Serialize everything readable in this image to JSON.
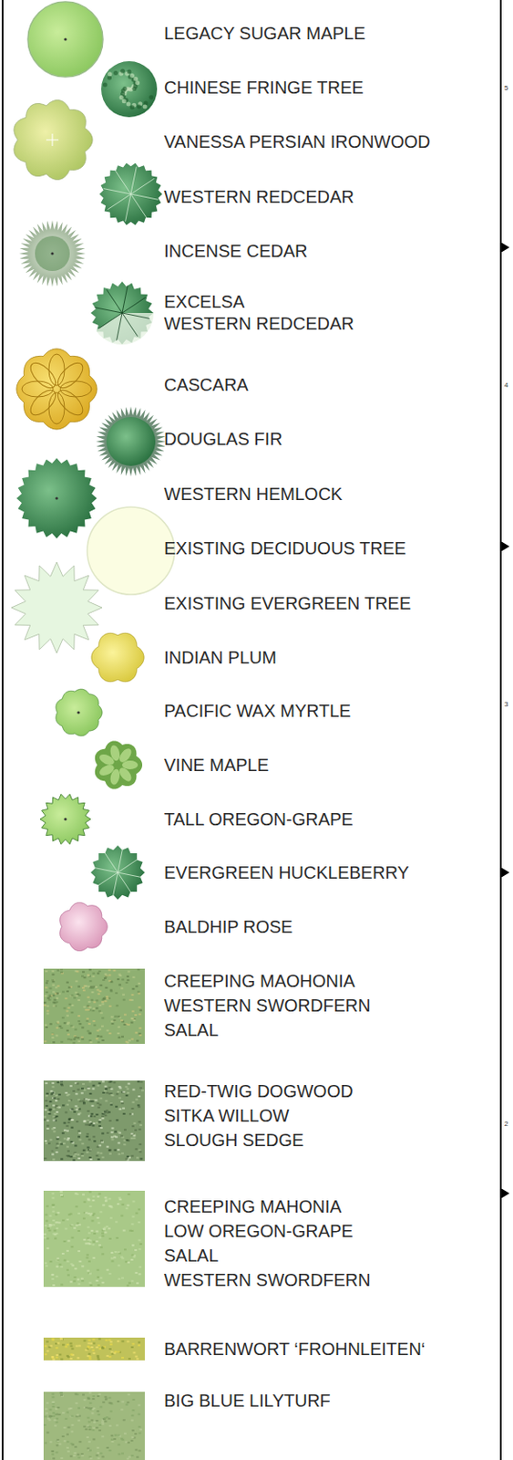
{
  "diagram": {
    "labels": [
      "5",
      "4",
      "3",
      "2"
    ],
    "legend": [
      {
        "text": "LEGACY SUGAR MAPLE"
      },
      {
        "text": "CHINESE FRINGE TREE"
      },
      {
        "text": "VANESSA PERSIAN IRONWOOD"
      },
      {
        "text": "WESTERN REDCEDAR"
      },
      {
        "text": "INCENSE CEDAR"
      },
      {
        "text": "EXCELSA"
      },
      {
        "text": "WESTERN REDCEDAR"
      },
      {
        "text": "CASCARA"
      },
      {
        "text": "DOUGLAS FIR"
      },
      {
        "text": "WESTERN HEMLOCK"
      },
      {
        "text": "EXISTING DECIDUOUS TREE"
      },
      {
        "text": "EXISTING EVERGREEN TREE"
      },
      {
        "text": "INDIAN PLUM"
      },
      {
        "text": "PACIFIC WAX MYRTLE"
      },
      {
        "text": "VINE MAPLE"
      },
      {
        "text": "TALL OREGON-GRAPE"
      },
      {
        "text": "EVERGREEN HUCKLEBERRY"
      },
      {
        "text": "BALDHIP ROSE"
      },
      {
        "text": "CREEPING MAOHONIA"
      },
      {
        "text": "WESTERN SWORDFERN"
      },
      {
        "text": "SALAL"
      },
      {
        "text": "RED-TWIG DOGWOOD"
      },
      {
        "text": "SITKA WILLOW"
      },
      {
        "text": "SLOUGH SEDGE"
      },
      {
        "text": "CREEPING MAHONIA"
      },
      {
        "text": "LOW OREGON-GRAPE"
      },
      {
        "text": "SALAL"
      },
      {
        "text": "WESTERN SWORDFERN"
      },
      {
        "text": "BARRENWORT ‘FROHNLEITEN‘"
      },
      {
        "text": "BIG BLUE LILYTURF"
      }
    ]
  }
}
